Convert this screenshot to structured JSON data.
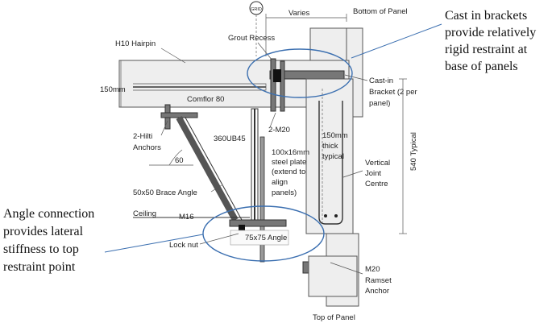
{
  "grid_label": "GRID",
  "labels": {
    "varies": "Varies",
    "bottom_of_panel": "Bottom of Panel",
    "grout_recess": "Grout Recess",
    "h10_hairpin": "H10 Hairpin",
    "slab_depth": "150mm",
    "comflor": "Comflor 80",
    "cast_in_bracket_1": "Cast-in",
    "cast_in_bracket_2": "Bracket (2 per",
    "cast_in_bracket_3": "panel)",
    "hilti_1": "2-Hilti",
    "hilti_2": "Anchors",
    "beam": "360UB45",
    "bolts": "2-M20",
    "angle_deg": "60",
    "plate_1": "100x16mm",
    "plate_2": "steel plate",
    "plate_3": "(extend to",
    "plate_4": "align",
    "plate_5": "panels)",
    "panel_thick_1": "150mm",
    "panel_thick_2": "thick",
    "panel_thick_3": "typical",
    "vertical_joint_1": "Vertical",
    "vertical_joint_2": "Joint",
    "vertical_joint_3": "Centre",
    "typical_dim": "540 Typical",
    "brace_angle": "50x50 Brace Angle",
    "ceiling": "Ceiling",
    "m16": "M16",
    "lock_nut": "Lock nut",
    "angle_75": "75x75 Angle",
    "m20_1": "M20",
    "m20_2": "Ramset",
    "m20_3": "Anchor",
    "top_of_panel": "Top of Panel"
  },
  "callouts": {
    "top_right_1": "Cast in brackets",
    "top_right_2": "provide relatively",
    "top_right_3": "rigid restraint at",
    "top_right_4": "base of panels",
    "left_1": "Angle connection",
    "left_2": "provides lateral",
    "left_3": "stiffness to top",
    "left_4": "restraint point"
  },
  "colors": {
    "callout": "#3b6fb0",
    "concrete": "#eeeeee",
    "steel": "#777777"
  }
}
